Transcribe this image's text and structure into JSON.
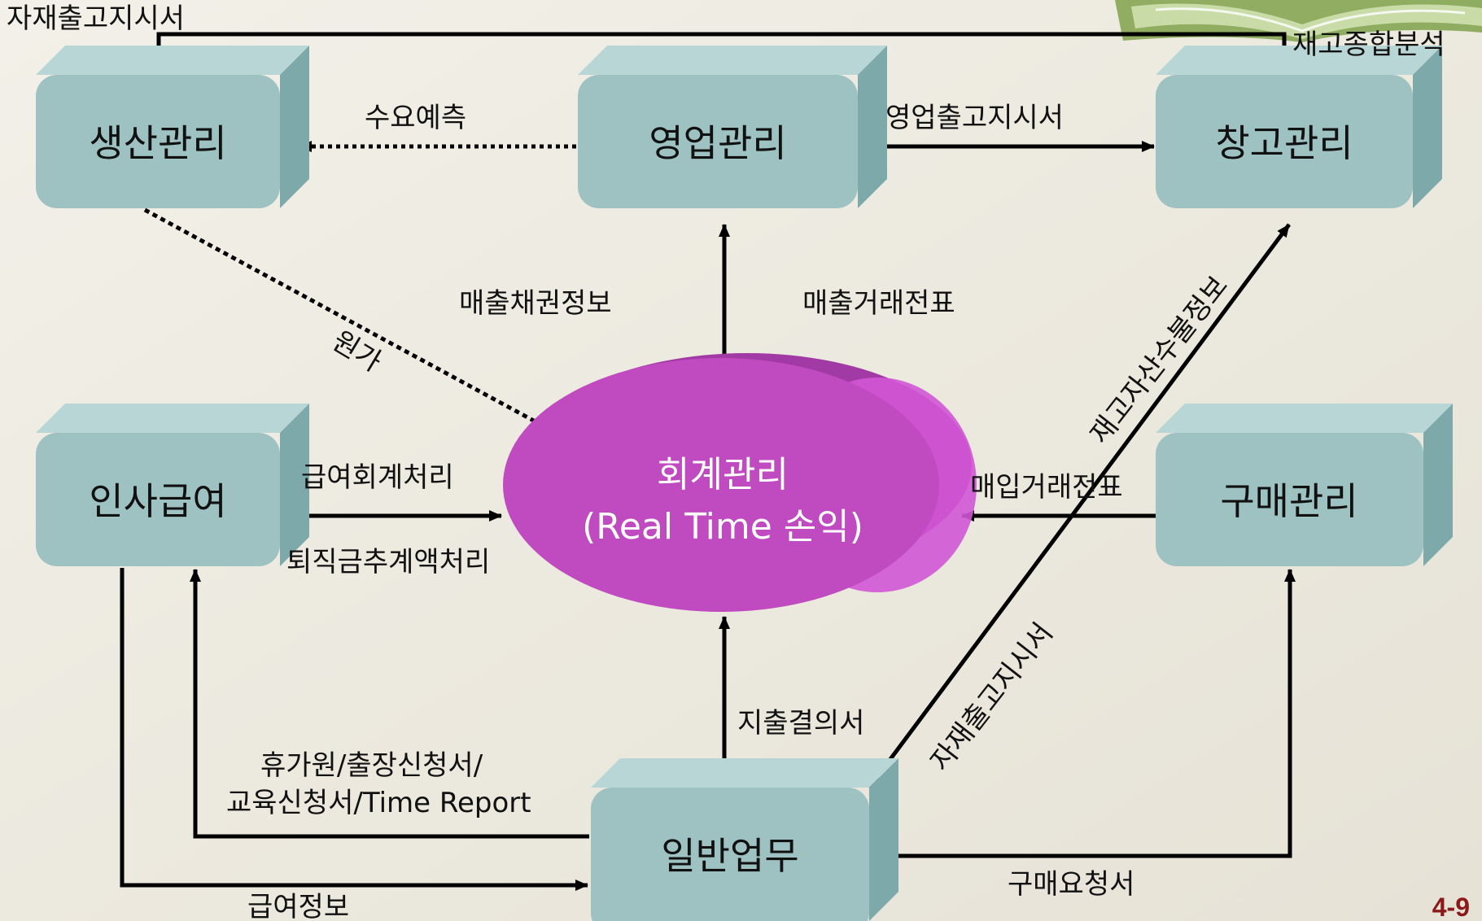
{
  "colors": {
    "background": "#ece9df",
    "box_face": "#9ec2c2",
    "box_top": "#b8d6d6",
    "box_side": "#7ea9aa",
    "center_face": "#c04ac0",
    "center_back": "#a23aa6",
    "line": "#000000",
    "page_number": "#8b1a1a"
  },
  "nodes": {
    "production": "생산관리",
    "sales": "영업관리",
    "warehouse": "창고관리",
    "hr_payroll": "인사급여",
    "purchasing": "구매관리",
    "general": "일반업무",
    "accounting_title": "회계관리",
    "accounting_subtitle": "(Real Time 손익)"
  },
  "edges": {
    "material_issue_top": "자재출고지시서",
    "inventory_analysis": "재고종합분석",
    "demand_forecast": "수요예측",
    "sales_issue_order": "영업출고지시서",
    "cost": "원가",
    "receivables_info": "매출채권정보",
    "sales_voucher": "매출거래전표",
    "inventory_asset_info": "재고자산수불정보",
    "payroll_accounting": "급여회계처리",
    "retirement_accounting": "퇴직금추계액처리",
    "purchase_voucher": "매입거래전표",
    "material_issue_diag": "자재출고지시서",
    "expense_resolution": "지출결의서",
    "leave_request_line1": "휴가원/출장신청서/",
    "leave_request_line2": "교육신청서/Time Report",
    "purchase_request": "구매요청서",
    "payroll_info": "급여정보"
  },
  "page_number": "4-9"
}
